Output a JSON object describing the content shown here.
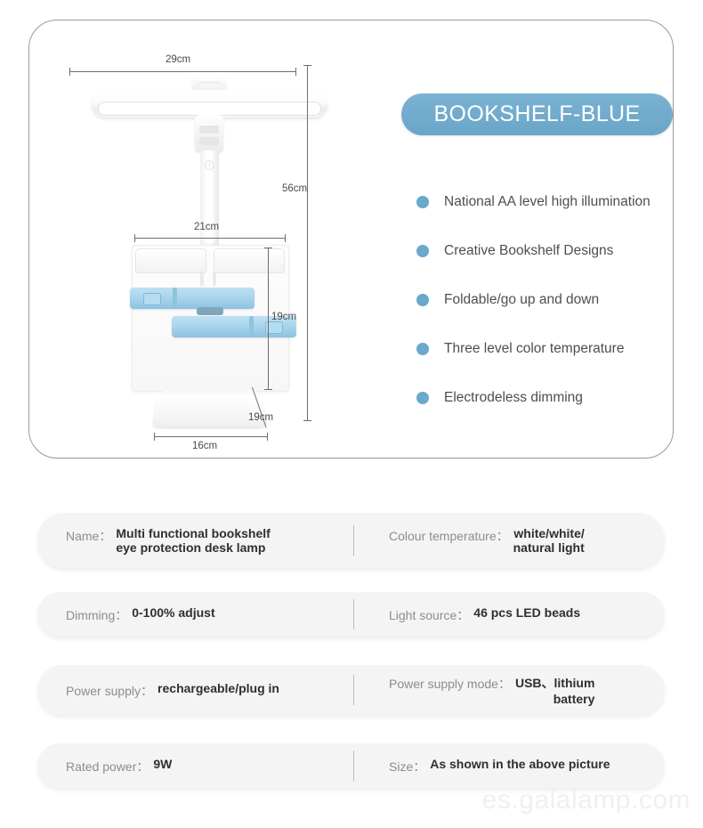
{
  "product": {
    "badge_title": "BOOKSHELF-BLUE",
    "features": [
      "National AA level high illumination",
      "Creative Bookshelf Designs",
      "Foldable/go up and down",
      "Three level color temperature",
      "Electrodeless dimming"
    ],
    "accent_color": "#6aa8cc",
    "clip_color": "#a6d2ea"
  },
  "dimensions": {
    "lamp_width": "29cm",
    "total_height": "56cm",
    "shelf_width": "21cm",
    "shelf_height": "19cm",
    "shelf_depth": "19cm",
    "base_width": "16cm"
  },
  "specs": [
    {
      "left_label": "Name：",
      "left_value_line1": "Multi functional bookshelf",
      "left_value_line2": "eye protection desk lamp",
      "right_label": "Colour temperature：",
      "right_value_line1": "white/white/",
      "right_value_line2": "natural light"
    },
    {
      "left_label": "Dimming：",
      "left_value_line1": "0-100% adjust",
      "left_value_line2": "",
      "right_label": "Light source：",
      "right_value_line1": "46 pcs LED beads",
      "right_value_line2": ""
    },
    {
      "left_label": "Power supply：",
      "left_value_line1": "rechargeable/plug in",
      "left_value_line2": "",
      "right_label": "Power supply mode：",
      "right_value_line1": "USB、lithium",
      "right_value_line2": "battery"
    },
    {
      "left_label": "Rated power：",
      "left_value_line1": "9W",
      "left_value_line2": "",
      "right_label": "Size：",
      "right_value_line1": "As shown in the above picture",
      "right_value_line2": ""
    }
  ],
  "watermark": "es.galalamp.com"
}
